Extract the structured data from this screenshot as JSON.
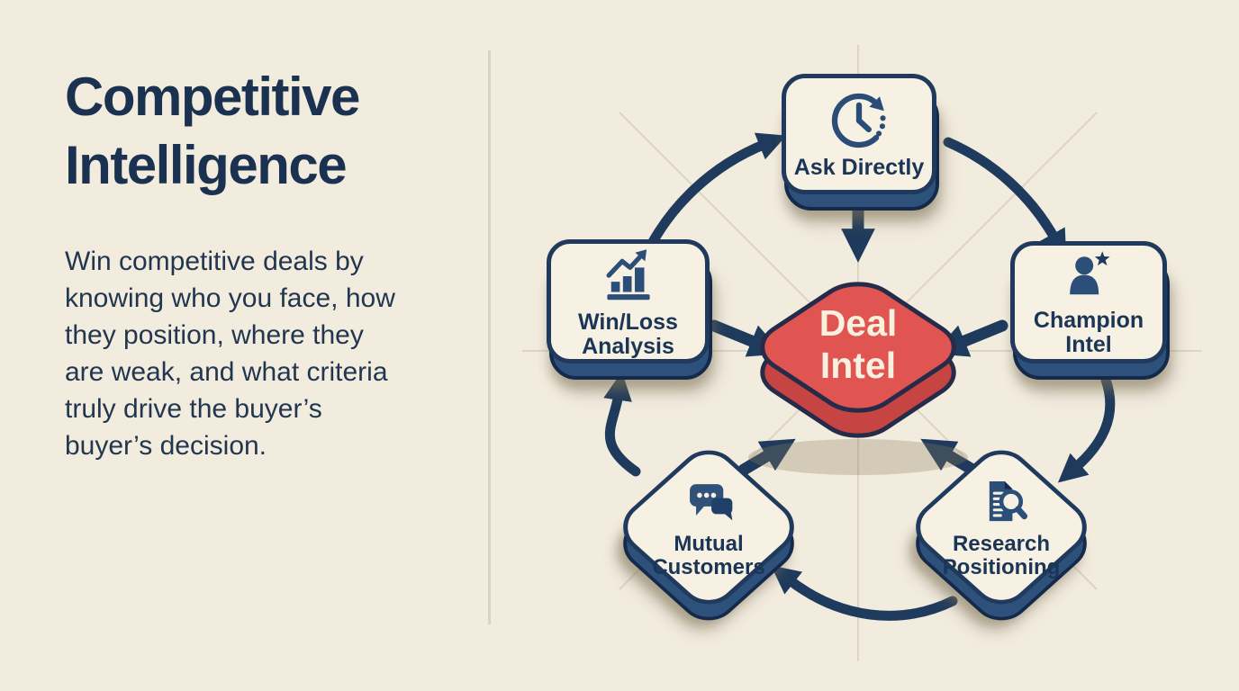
{
  "canvas": {
    "background": "#f2ecdf",
    "divider_color": "#d9d3c4"
  },
  "left_panel": {
    "title_lines": [
      "Competitive",
      "Intelligence"
    ],
    "description_lines": [
      "Win competitive deals by",
      "knowing who you face, how",
      "they position, where they",
      "are weak, and what criteria",
      "truly drive the buyer’s",
      "buyer’s decision."
    ]
  },
  "diagram": {
    "center": {
      "id": "deal-intel",
      "label_lines": [
        "Deal",
        "Intel"
      ]
    },
    "nodes": [
      {
        "id": "ask-directly",
        "label_lines": [
          "Ask Directly"
        ],
        "icon": "clock-arrow-icon",
        "shape": "rounded-rect",
        "position": "top"
      },
      {
        "id": "champion-intel",
        "label_lines": [
          "Champion",
          "Intel"
        ],
        "icon": "person-star-icon",
        "shape": "rounded-rect",
        "position": "right"
      },
      {
        "id": "research-positioning",
        "label_lines": [
          "Research",
          "Positioning"
        ],
        "icon": "document-magnifier-icon",
        "shape": "diamond",
        "position": "bottom-right"
      },
      {
        "id": "mutual-customers",
        "label_lines": [
          "Mutual",
          "Customers"
        ],
        "icon": "chat-bubbles-icon",
        "shape": "diamond",
        "position": "bottom-left"
      },
      {
        "id": "win-loss-analysis",
        "label_lines": [
          "Win/Loss",
          "Analysis"
        ],
        "icon": "bar-chart-arrow-icon",
        "shape": "rounded-rect",
        "position": "left"
      }
    ],
    "flow": [
      "win-loss-analysis",
      "ask-directly",
      "champion-intel",
      "research-positioning",
      "mutual-customers"
    ],
    "colors": {
      "arrow": "#1e3a5c",
      "node_border": "#1f3a5c",
      "node_fill": "#f6f1e3",
      "node_side": "#2e517c",
      "hub_fill": "#e05551",
      "hub_side": "#c64543",
      "hub_text": "#f8f1df",
      "spoke": "#d8d1bd",
      "icon_navy": "#2a4c76",
      "text_navy": "#1a3150"
    }
  }
}
